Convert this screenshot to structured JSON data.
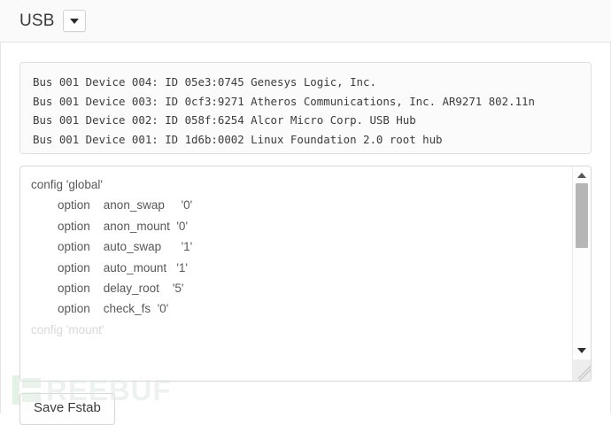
{
  "header": {
    "title": "USB",
    "dropdown_icon": "chevron-down-icon"
  },
  "usb_panel": {
    "lines": [
      "Bus 001 Device 004: ID 05e3:0745 Genesys Logic, Inc.",
      "Bus 001 Device 003: ID 0cf3:9271 Atheros Communications, Inc. AR9271 802.11n",
      "Bus 001 Device 002: ID 058f:6254 Alcor Micro Corp. USB Hub",
      "Bus 001 Device 001: ID 1d6b:0002 Linux Foundation 2.0 root hub"
    ]
  },
  "fstab_editor": {
    "lines": [
      "config 'global'",
      "        option    anon_swap     '0'",
      "        option    anon_mount  '0'",
      "        option    auto_swap      '1'",
      "        option    auto_mount   '1'",
      "        option    delay_root    '5'",
      "        option    check_fs  '0'",
      "",
      "config 'mount'"
    ],
    "scrollbar": {
      "up_icon": "triangle-up-icon",
      "down_icon": "triangle-down-icon",
      "resize_icon": "resize-grip-icon"
    }
  },
  "actions": {
    "save_label": "Save Fstab"
  },
  "watermark": {
    "text": "REEBUF",
    "logo_icon": "freebuf-logo-icon"
  },
  "colors": {
    "header_bg": "#fafafa",
    "panel_bg": "#fbfbfb",
    "text": "#3c3c3c",
    "config_text": "#585858",
    "watermark_green": "#cfe6d4"
  }
}
